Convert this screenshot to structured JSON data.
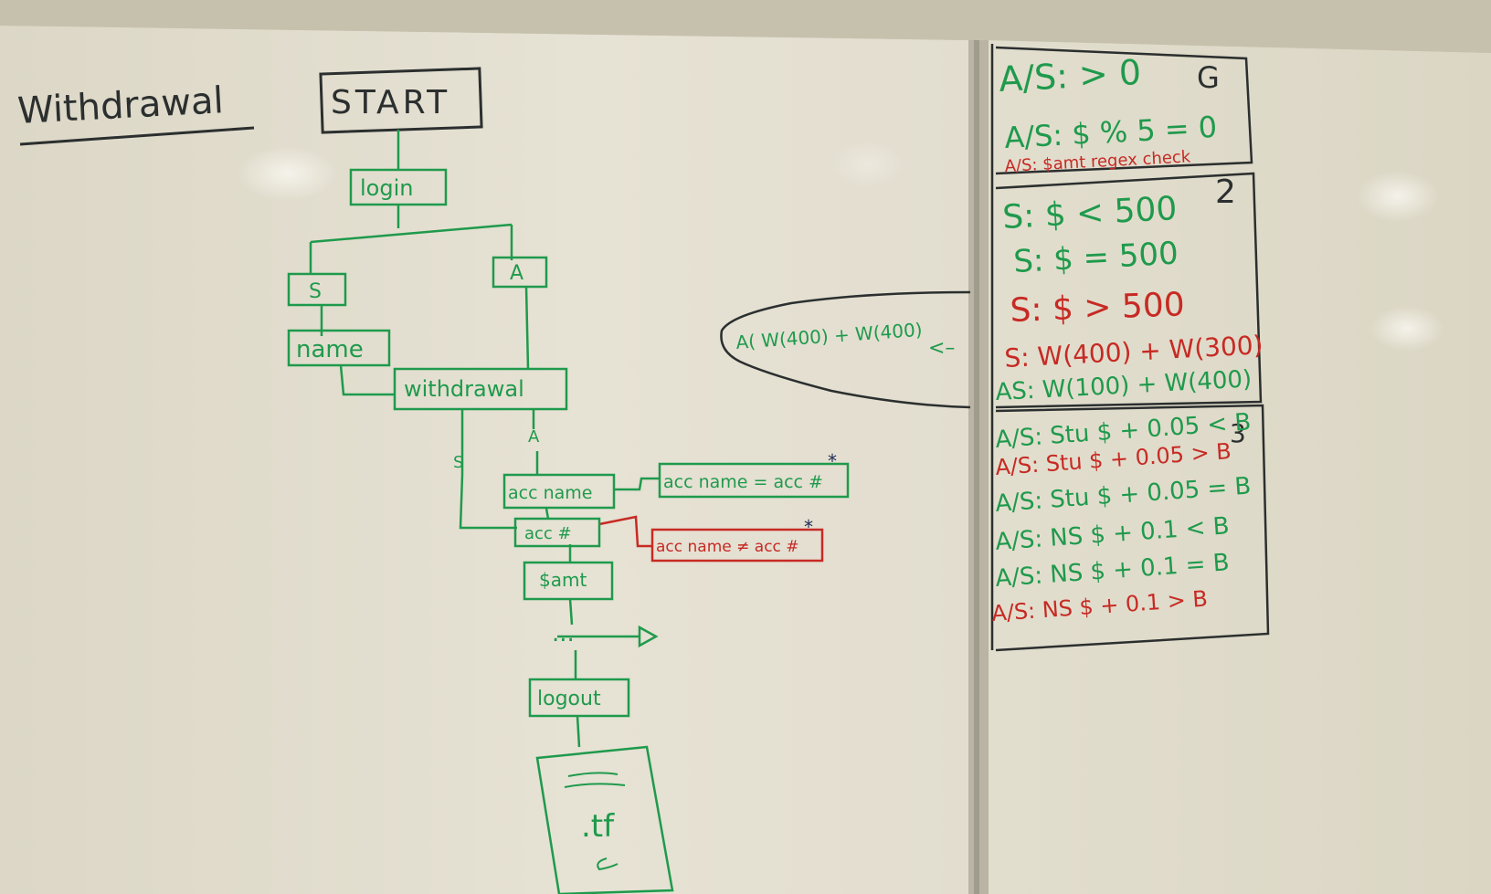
{
  "title": "Withdrawal",
  "colors": {
    "board": "#e3dfd2",
    "green": "#1f9a4c",
    "red": "#c72a24",
    "black": "#2b2f2f",
    "navy": "#1f2a55"
  },
  "flowchart": {
    "start": "START",
    "login": "login",
    "branch_s": "S",
    "branch_a": "A",
    "name": "name",
    "withdrawal": "withdrawal",
    "edge_a": "A",
    "edge_s": "S",
    "acc_name": "acc name",
    "acc_num": "acc #",
    "acc_match": "acc name = acc #",
    "acc_mismatch": "acc name ≠ acc #",
    "amount": "$amt",
    "ellipsis": "...",
    "logout": "logout",
    "file_label": ".tf"
  },
  "callout": {
    "text": "A( W(400) + W(400)",
    "arrow": "<–"
  },
  "test_cases": {
    "section1": {
      "number": "G",
      "lines": [
        {
          "text": "A/S: > 0",
          "color": "green"
        },
        {
          "text": "A/S: $ % 5 = 0",
          "color": "green"
        },
        {
          "text": "A/S: $amt regex check",
          "color": "red"
        }
      ]
    },
    "section2": {
      "number": "2",
      "lines": [
        {
          "text": "S: $ < 500",
          "color": "green"
        },
        {
          "text": "S: $ = 500",
          "color": "green"
        },
        {
          "text": "S: $ > 500",
          "color": "red"
        },
        {
          "text": "S: W(400) + W(300)",
          "color": "red"
        },
        {
          "text": "AS: W(100) + W(400)",
          "color": "green"
        }
      ]
    },
    "section3": {
      "number": "3",
      "lines": [
        {
          "text": "A/S: Stu $ + 0.05 < B",
          "color": "green"
        },
        {
          "text": "A/S: Stu $ + 0.05 > B",
          "color": "red"
        },
        {
          "text": "A/S: Stu $ + 0.05 = B",
          "color": "green"
        },
        {
          "text": "A/S: NS $ + 0.1 < B",
          "color": "green"
        },
        {
          "text": "A/S: NS $ + 0.1 = B",
          "color": "green"
        },
        {
          "text": "A/S: NS $ + 0.1 > B",
          "color": "red"
        }
      ]
    }
  }
}
